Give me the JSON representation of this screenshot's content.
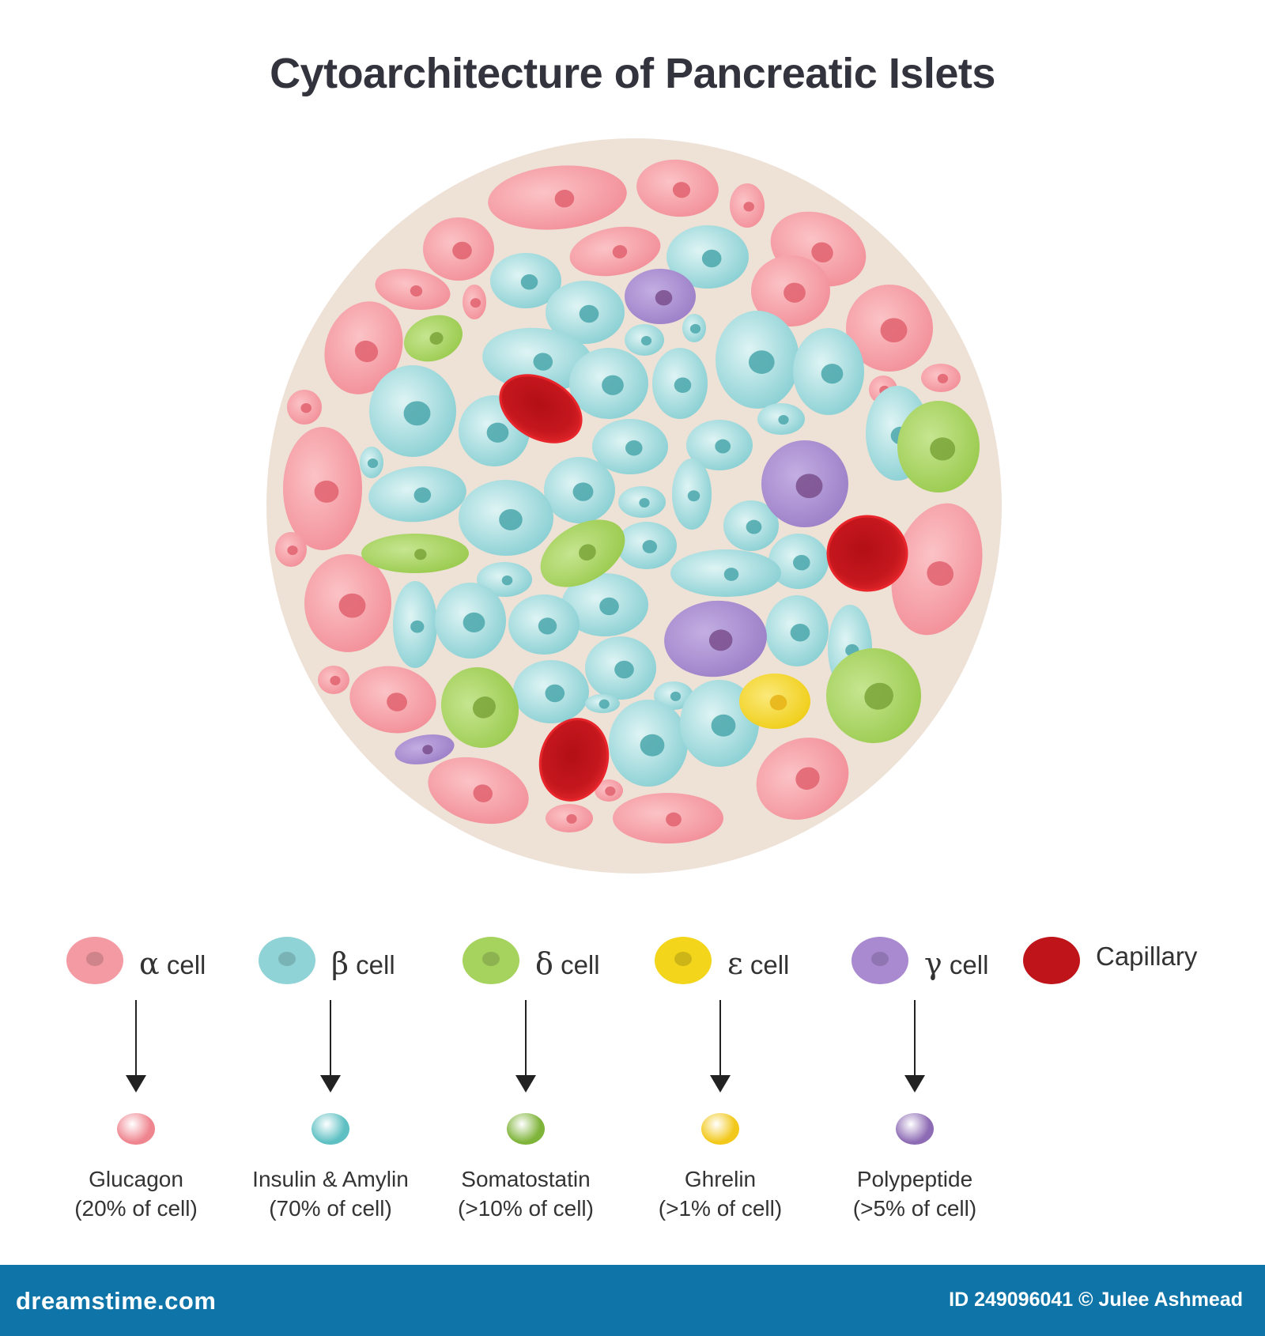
{
  "title": "Cytoarchitecture of Pancreatic Islets",
  "colors": {
    "alpha": "#f49aa3",
    "beta": "#8fd3d6",
    "delta": "#a6d25e",
    "epsilon": "#f3d51c",
    "gamma": "#a98ad0",
    "capillary": "#c0141b",
    "islet_background": "#eee1d6",
    "footer": "#0f75a9"
  },
  "legend": [
    {
      "symbol": "α",
      "label": "cell",
      "color": "#f49aa3",
      "icon": "alpha-cell-icon"
    },
    {
      "symbol": "β",
      "label": "cell",
      "color": "#8fd3d6",
      "icon": "beta-cell-icon"
    },
    {
      "symbol": "δ",
      "label": "cell",
      "color": "#a6d25e",
      "icon": "delta-cell-icon"
    },
    {
      "symbol": "ε",
      "label": "cell",
      "color": "#f3d51c",
      "icon": "epsilon-cell-icon"
    },
    {
      "symbol": "γ",
      "label": "cell",
      "color": "#a98ad0",
      "icon": "gamma-cell-icon"
    },
    {
      "symbol": "",
      "label": "Capillary",
      "color": "#c0141b",
      "icon": "capillary-icon"
    }
  ],
  "hormones": [
    {
      "name": "Glucagon",
      "share": "(20% of cell)",
      "color": "#ef858f"
    },
    {
      "name": "Insulin & Amylin",
      "share": "(70% of cell)",
      "color": "#5ec0c3"
    },
    {
      "name": "Somatostatin",
      "share": "(>10% of cell)",
      "color": "#7fb43a"
    },
    {
      "name": "Ghrelin",
      "share": "(>1% of cell)",
      "color": "#f2c81a"
    },
    {
      "name": "Polypeptide",
      "share": "(>5% of cell)",
      "color": "#8e6cb5"
    }
  ],
  "footer": {
    "brand": "dreamstime.com",
    "credit": "ID 249096041 © Julee Ashmead"
  }
}
